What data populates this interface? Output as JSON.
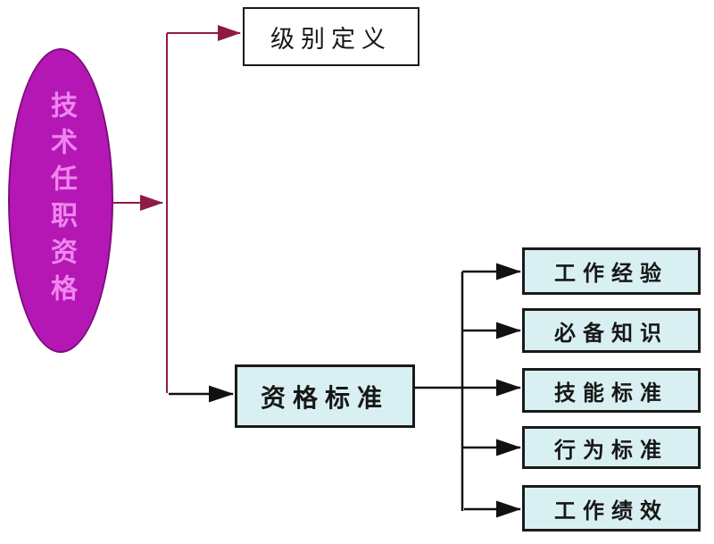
{
  "diagram": {
    "root": {
      "label": "技术任职资格"
    },
    "level1": [
      {
        "id": "level-definition",
        "label": "级别定义"
      },
      {
        "id": "qualification-standard",
        "label": "资格标准"
      }
    ],
    "level2": [
      {
        "label": "工作经验"
      },
      {
        "label": "必备知识"
      },
      {
        "label": "技能标准"
      },
      {
        "label": "行为标准"
      },
      {
        "label": "工作绩效"
      }
    ],
    "colors": {
      "ellipse_fill": "#b517b5",
      "ellipse_border": "#7d0d7d",
      "ellipse_text": "#ef86ef",
      "red_connector": "#8e1a48",
      "black_connector": "#111111",
      "box_cyan_bg": "#d9f0f2",
      "box_white_bg": "#ffffff",
      "box_border": "#1a1a1a"
    }
  }
}
